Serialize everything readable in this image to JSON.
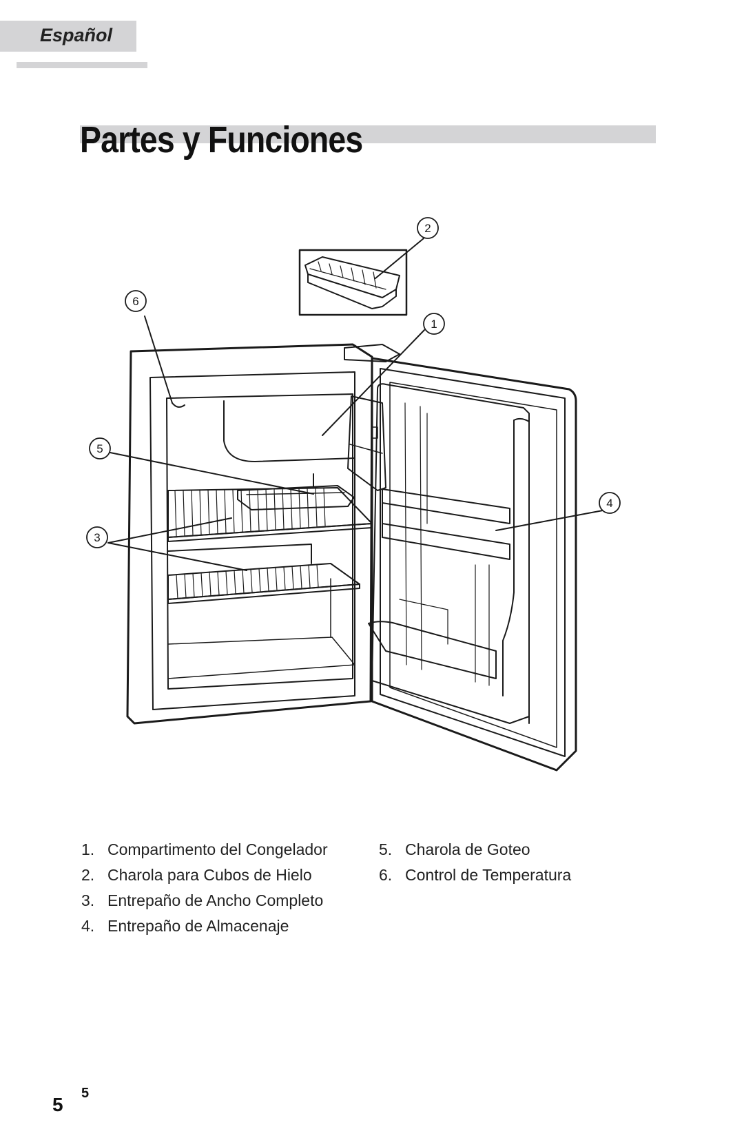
{
  "language_tab": "Español",
  "title": "Partes y Funciones",
  "callouts": [
    "1",
    "2",
    "3",
    "4",
    "5",
    "6"
  ],
  "legend": {
    "left": [
      {
        "num": "1.",
        "label": "Compartimento del Congelador"
      },
      {
        "num": "2.",
        "label": "Charola para Cubos de Hielo"
      },
      {
        "num": "3.",
        "label": "Entrepaño de Ancho Completo"
      },
      {
        "num": "4.",
        "label": "Entrepaño de Almacenaje"
      }
    ],
    "right": [
      {
        "num": "5.",
        "label": "Charola de Goteo"
      },
      {
        "num": "6.",
        "label": "Control de Temperatura"
      }
    ]
  },
  "page_number": "5",
  "page_mark": "5"
}
